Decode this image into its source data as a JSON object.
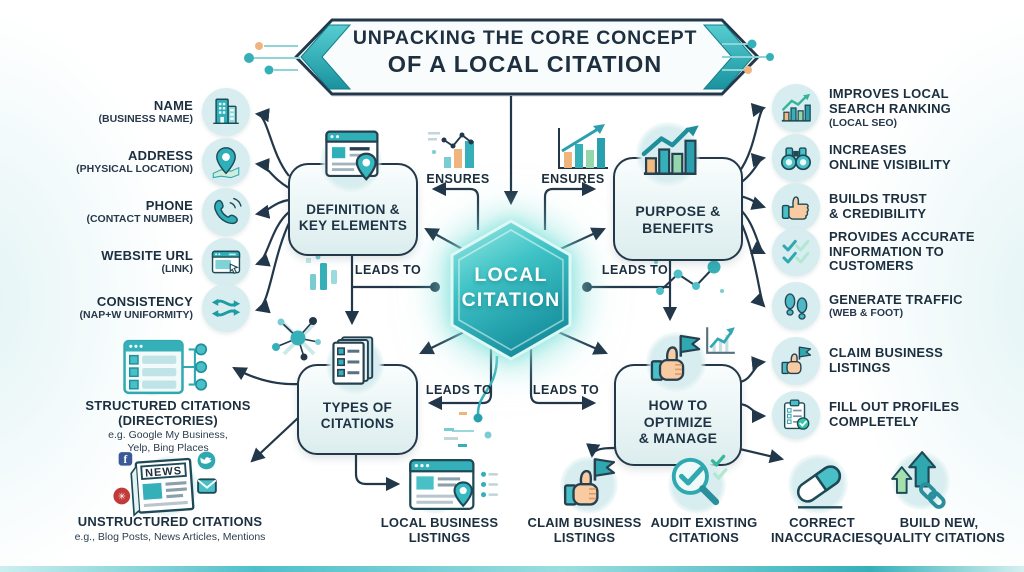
{
  "title": {
    "line1": "UNPACKING THE CORE CONCEPT",
    "line2": "OF A LOCAL CITATION"
  },
  "center": {
    "label": "LOCAL\nCITATION"
  },
  "boxes": {
    "definition": {
      "label": "DEFINITION &\nKEY ELEMENTS",
      "icon": "webpage-pin-icon"
    },
    "purpose": {
      "label": "PURPOSE &\nBENEFITS",
      "icon": "chart-growth-icon"
    },
    "types": {
      "label": "TYPES OF\nCITATIONS",
      "icon": "documents-checklist-icon"
    },
    "optimize": {
      "label": "HOW TO\nOPTIMIZE\n& MANAGE",
      "icon": "thumb-flag-icon"
    }
  },
  "connector_labels": {
    "ensures_left": "ENSURES",
    "ensures_right": "ENSURES",
    "leads_to_left": "LEADS TO",
    "leads_to_right": "LEADS TO",
    "leads_to_bottom_left": "LEADS TO",
    "leads_to_bottom_right": "LEADS TO"
  },
  "definition_elements": [
    {
      "title": "NAME",
      "subtitle": "(BUSINESS NAME)",
      "icon": "building-icon"
    },
    {
      "title": "ADDRESS",
      "subtitle": "(PHYSICAL LOCATION)",
      "icon": "map-pin-icon"
    },
    {
      "title": "PHONE",
      "subtitle": "(CONTACT NUMBER)",
      "icon": "phone-icon"
    },
    {
      "title": "WEBSITE URL",
      "subtitle": "(LINK)",
      "icon": "browser-cursor-icon"
    },
    {
      "title": "CONSISTENCY",
      "subtitle": "(NAP+W UNIFORMITY)",
      "icon": "sync-arrows-icon"
    }
  ],
  "benefits": [
    {
      "title": "IMPROVES LOCAL\nSEARCH RANKING",
      "subtitle": "(LOCAL SEO)",
      "icon": "ranking-chart-icon"
    },
    {
      "title": "INCREASES\nONLINE VISIBILITY",
      "subtitle": "",
      "icon": "binoculars-icon"
    },
    {
      "title": "BUILDS TRUST\n& CREDIBILITY",
      "subtitle": "",
      "icon": "thumbs-up-icon"
    },
    {
      "title": "PROVIDES ACCURATE\nINFORMATION TO\nCUSTOMERS",
      "subtitle": "",
      "icon": "double-check-icon"
    },
    {
      "title": "GENERATE TRAFFIC",
      "subtitle": "(WEB & FOOT)",
      "icon": "footprints-icon"
    }
  ],
  "citation_types": [
    {
      "title": "STRUCTURED CITATIONS\n(DIRECTORIES)",
      "subtitle": "e.g. Google My Business,\nYelp, Bing Places",
      "icon": "directory-list-icon"
    },
    {
      "title": "UNSTRUCTURED CITATIONS",
      "subtitle": "e.g., Blog Posts, News Articles, Mentions",
      "icon": "news-social-icon"
    }
  ],
  "types_outcome": {
    "title": "LOCAL BUSINESS\nLISTINGS",
    "icon": "browser-pin-icon"
  },
  "manage_side": [
    {
      "title": "CLAIM BUSINESS\nLISTINGS",
      "icon": "flag-hand-icon"
    },
    {
      "title": "FILL OUT PROFILES\nCOMPLETELY",
      "icon": "clipboard-check-icon"
    }
  ],
  "manage_steps": [
    {
      "title": "CLAIM BUSINESS\nLISTINGS",
      "icon": "thumb-flag-icon"
    },
    {
      "title": "AUDIT EXISTING\nCITATIONS",
      "icon": "magnifier-check-icon"
    },
    {
      "title": "CORRECT\nINACCURACIES",
      "icon": "eraser-icon"
    },
    {
      "title": "BUILD NEW,\nQUALITY CITATIONS",
      "icon": "arrows-link-icon"
    }
  ],
  "colors": {
    "navy": "#22384a",
    "teal": "#35b0b8",
    "teal_dark": "#17919f",
    "teal_light": "#bfe8ea",
    "orange": "#f0b57e",
    "green": "#93d7ab",
    "box_fill": "#e4f2f3"
  }
}
